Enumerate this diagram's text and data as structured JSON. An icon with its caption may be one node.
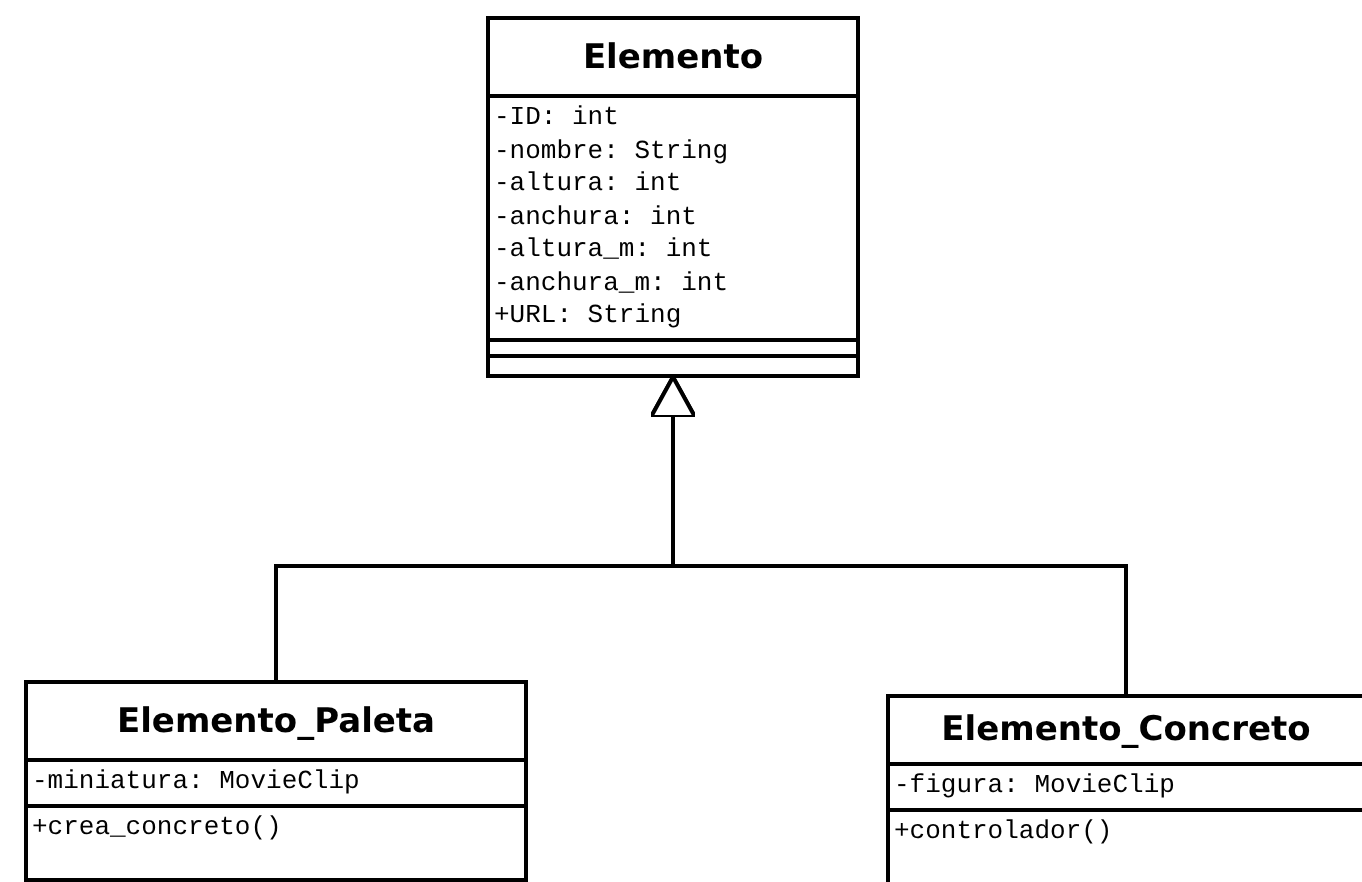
{
  "diagram": {
    "nodes": [
      {
        "text": [
          "Elemento",
          "-ID: int",
          "-nombre: String",
          "-altura: int",
          "-anchura: int",
          "-altura_m: int",
          "-anchura_m: int",
          "+URL: String"
        ]
      },
      {
        "text": [
          "Elemento_Paleta",
          "-miniatura: MovieClip",
          "+crea_concreto()"
        ]
      },
      {
        "text": [
          "Elemento_Concreto",
          "-figura: MovieClip",
          "+controlador()"
        ]
      }
    ],
    "edges": [
      {
        "from": 1,
        "to": 0,
        "arrow": "to"
      },
      {
        "from": 2,
        "to": 0,
        "arrow": "to"
      }
    ]
  }
}
